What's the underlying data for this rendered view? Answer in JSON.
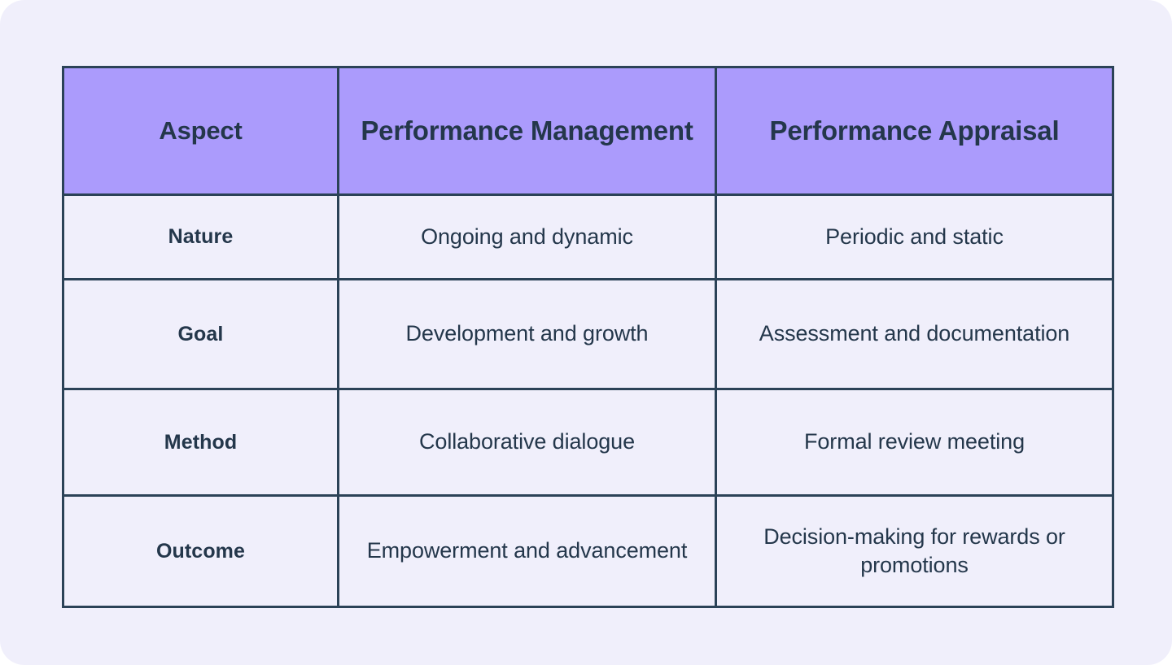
{
  "page": {
    "background_color": "#ffffff",
    "panel_color": "#f0effb",
    "accent_color": "#ab9bfc",
    "border_color": "#2b4257",
    "text_color": "#24374b"
  },
  "table": {
    "headers": [
      "Aspect",
      "Performance Management",
      "Performance Appraisal"
    ],
    "rows": [
      {
        "aspect": "Nature",
        "performance_management": "Ongoing and dynamic",
        "performance_appraisal": "Periodic and static"
      },
      {
        "aspect": "Goal",
        "performance_management": "Development and growth",
        "performance_appraisal": "Assessment and documentation"
      },
      {
        "aspect": "Method",
        "performance_management": "Collaborative dialogue",
        "performance_appraisal": "Formal review meeting"
      },
      {
        "aspect": "Outcome",
        "performance_management": "Empowerment and advancement",
        "performance_appraisal": "Decision-making for rewards or promotions"
      }
    ]
  }
}
